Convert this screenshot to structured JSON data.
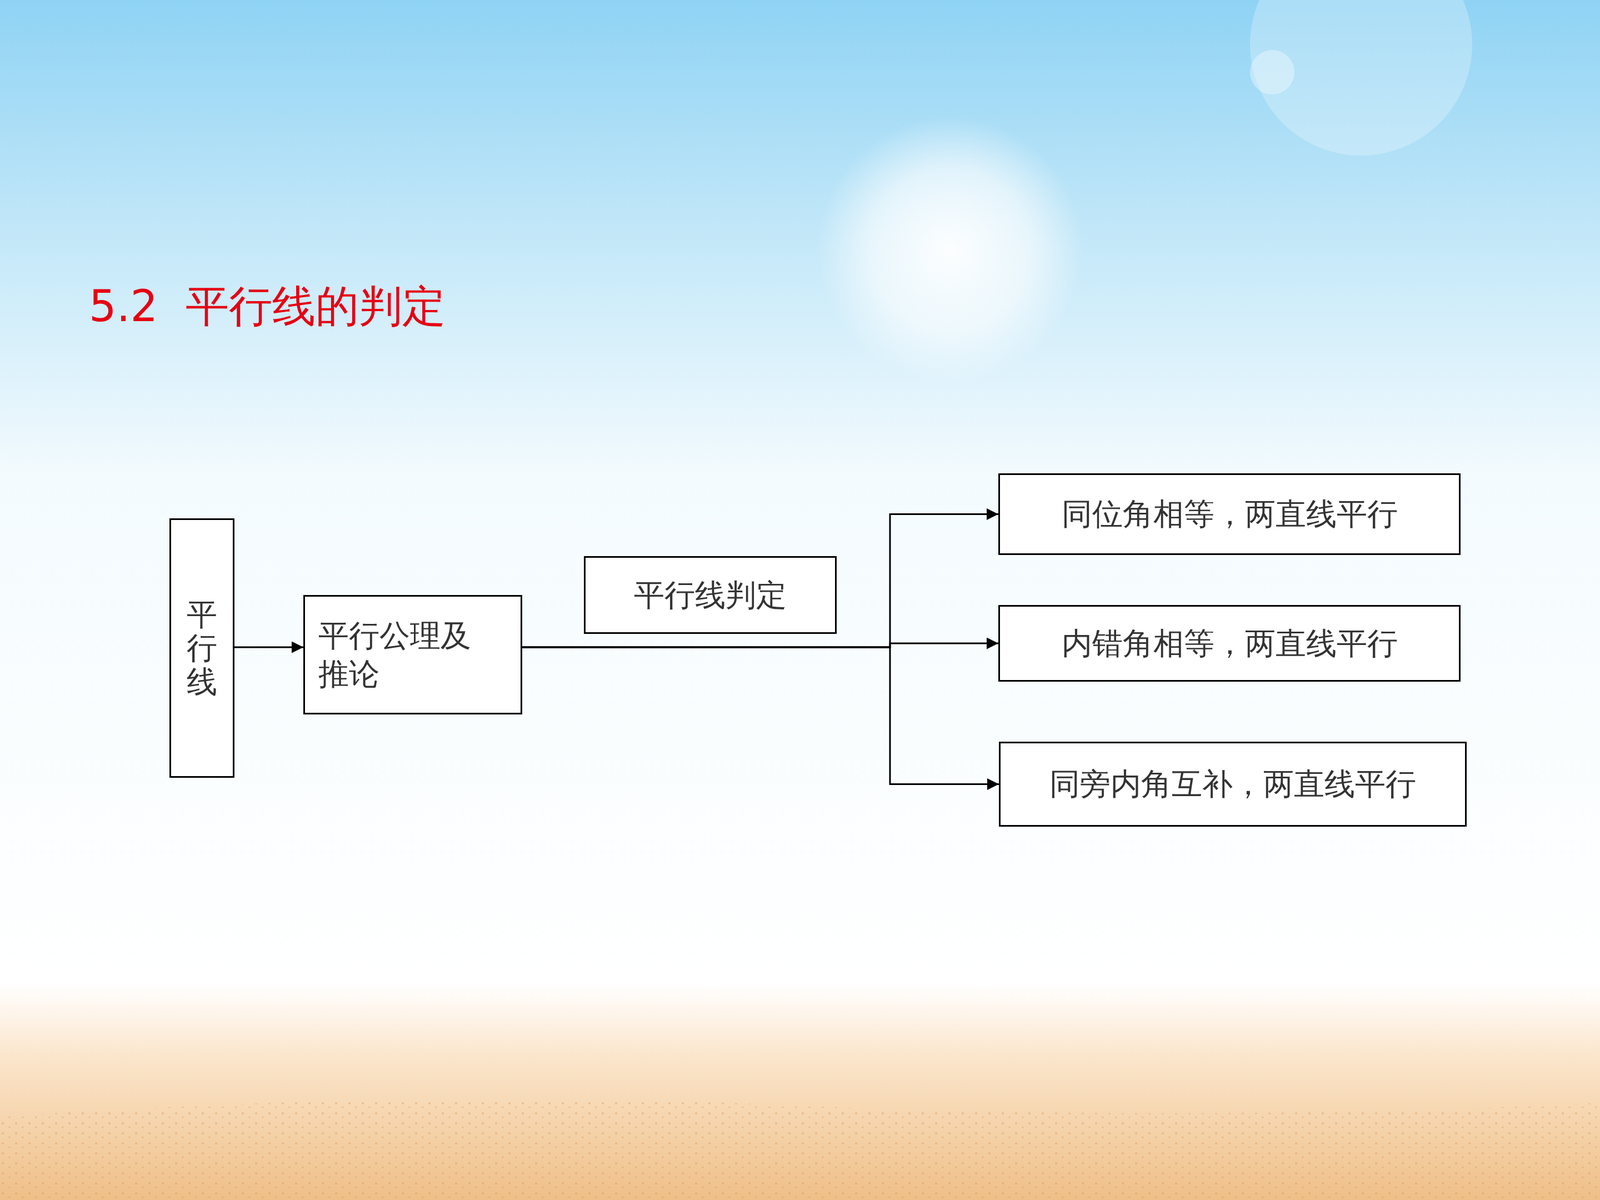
{
  "diagram": {
    "title": "5.2  平行线的判定",
    "nodes": [
      {
        "text": [
          "平行线"
        ]
      },
      {
        "text": [
          "平行公理及推论"
        ]
      },
      {
        "text": [
          "平行线判定"
        ]
      },
      {
        "text": [
          "同位角相等，两直线平行"
        ]
      },
      {
        "text": [
          "内错角相等，两直线平行"
        ]
      },
      {
        "text": [
          "同旁内角互补，两直线平行"
        ]
      }
    ],
    "edges": [
      {
        "from": 0,
        "to": 1,
        "arrow": "to"
      },
      {
        "from": 1,
        "to": 3,
        "arrow": "to"
      },
      {
        "from": 1,
        "to": 4,
        "arrow": "to"
      },
      {
        "from": 1,
        "to": 5,
        "arrow": "to"
      }
    ]
  }
}
